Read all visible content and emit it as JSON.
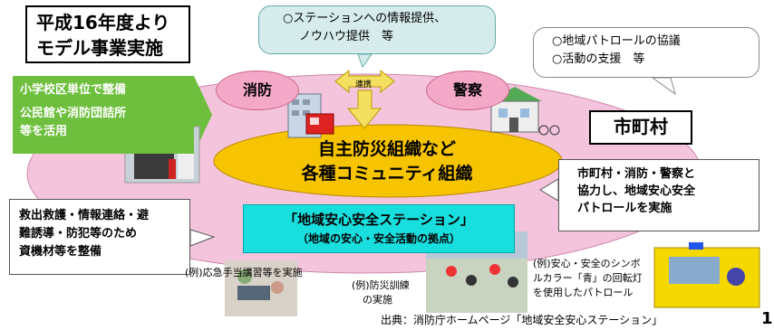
{
  "title": {
    "line1": "平成16年度より",
    "line2": "モデル事業実施"
  },
  "info_callout": {
    "line1": "○ステーションへの情報提供、",
    "line2": "ノウハウ提供　等"
  },
  "patrol_callout": {
    "line1": "○地域パトロールの協議",
    "line2": "○活動の支援　等"
  },
  "fire_label": "消防",
  "police_label": "警察",
  "link_label": "連携",
  "city_label": "市町村",
  "school_box": {
    "line1": "小学校区単位で整備",
    "line2": "公民館や消防団詰所",
    "line3": "等を活用"
  },
  "center": {
    "line1": "自主防災組織など",
    "line2": "各種コミュニティ組織"
  },
  "station": {
    "line1": "「地域安心安全ステーション」",
    "line2": "（地域の安心・安全活動の拠点）"
  },
  "equipment_callout": {
    "line1": "救出救護・情報連絡・避",
    "line2": "難誘導・防犯等のため",
    "line3": "資機材等を整備"
  },
  "joint_patrol_callout": {
    "line1": "市町村・消防・警察と",
    "line2": "協力し、地域安心安全",
    "line3": "パトロールを実施"
  },
  "example_first_aid": "(例)応急手当講習等を実施",
  "example_drill": {
    "line1": "(例)防災訓練",
    "line2": "の実施"
  },
  "example_patrol": {
    "line1": "(例)安心・安全のシンボ",
    "line2": "ルカラー「青」の回転灯",
    "line3": "を使用したパトロール"
  },
  "source": "出典：消防庁ホームページ「地域安全安心ステーション」",
  "page_number": "1",
  "colors": {
    "ellipse": "#f4c4dc",
    "center": "#f6c400",
    "green": "#6fbf3f",
    "cyan": "#19dede",
    "pill": "#f4a8c8"
  }
}
